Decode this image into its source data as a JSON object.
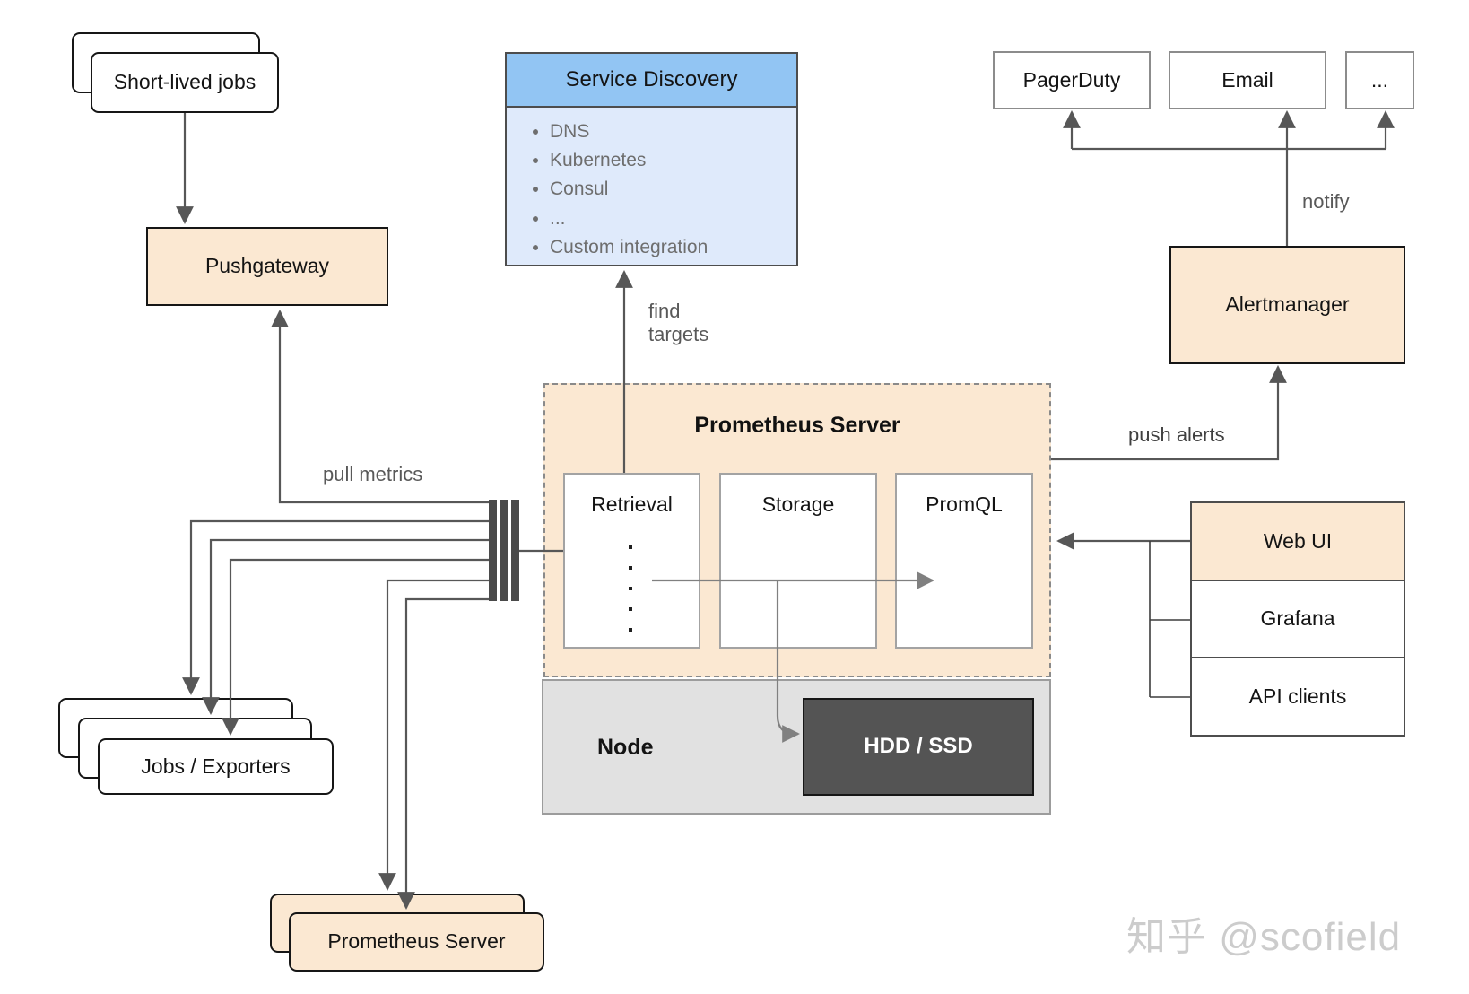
{
  "nodes": {
    "short_lived_jobs": {
      "label": "Short-lived jobs"
    },
    "pushgateway": {
      "label": "Pushgateway"
    },
    "service_discovery": {
      "title": "Service Discovery",
      "items": [
        "DNS",
        "Kubernetes",
        "Consul",
        "...",
        "Custom integration"
      ]
    },
    "receivers": {
      "pagerduty": "PagerDuty",
      "email": "Email",
      "more": "..."
    },
    "alertmanager": {
      "label": "Alertmanager"
    },
    "prometheus_server": {
      "title": "Prometheus Server",
      "retrieval": "Retrieval",
      "storage": "Storage",
      "promql": "PromQL"
    },
    "node_host": {
      "label": "Node",
      "hdd_ssd": "HDD / SSD"
    },
    "clients": {
      "web_ui": "Web UI",
      "grafana": "Grafana",
      "api_clients": "API clients"
    },
    "jobs_exporters": {
      "label": "Jobs / Exporters"
    },
    "prometheus_server_ha": {
      "label": "Prometheus Server"
    }
  },
  "edge_labels": {
    "pull_metrics": "pull metrics",
    "find_targets_line1": "find",
    "find_targets_line2": "targets",
    "push_alerts": "push alerts",
    "notify": "notify"
  },
  "watermark": "知乎 @scofield",
  "colors": {
    "peach": "#fbe8d2",
    "blue_header": "#92c5f3",
    "blue_body": "#dfeafb",
    "node_gray": "#e1e1e1",
    "hdd_dark": "#545454",
    "line_gray": "#575757",
    "soft_line": "#808080",
    "label_gray": "#595959",
    "watermark_gray": "#cccccc"
  }
}
